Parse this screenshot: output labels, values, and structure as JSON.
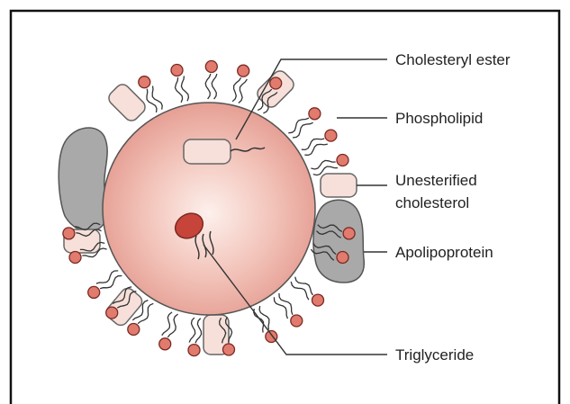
{
  "labels": {
    "cholesteryl_ester": "Cholesteryl ester",
    "phospholipid": "Phospholipid",
    "unesterified_line1": "Unesterified",
    "unesterified_line2": "cholesterol",
    "apolipoprotein": "Apolipoprotein",
    "triglyceride": "Triglyceride"
  },
  "colors": {
    "core_center": "#fdf0ec",
    "core_edge": "#e49a8f",
    "phospholipid_head": "#e07b6e",
    "cholesterol_fill": "#f6e0d9",
    "apolipoprotein_fill": "#a9a9a9",
    "triglyceride_fill": "#c7443a",
    "line": "#333333"
  }
}
